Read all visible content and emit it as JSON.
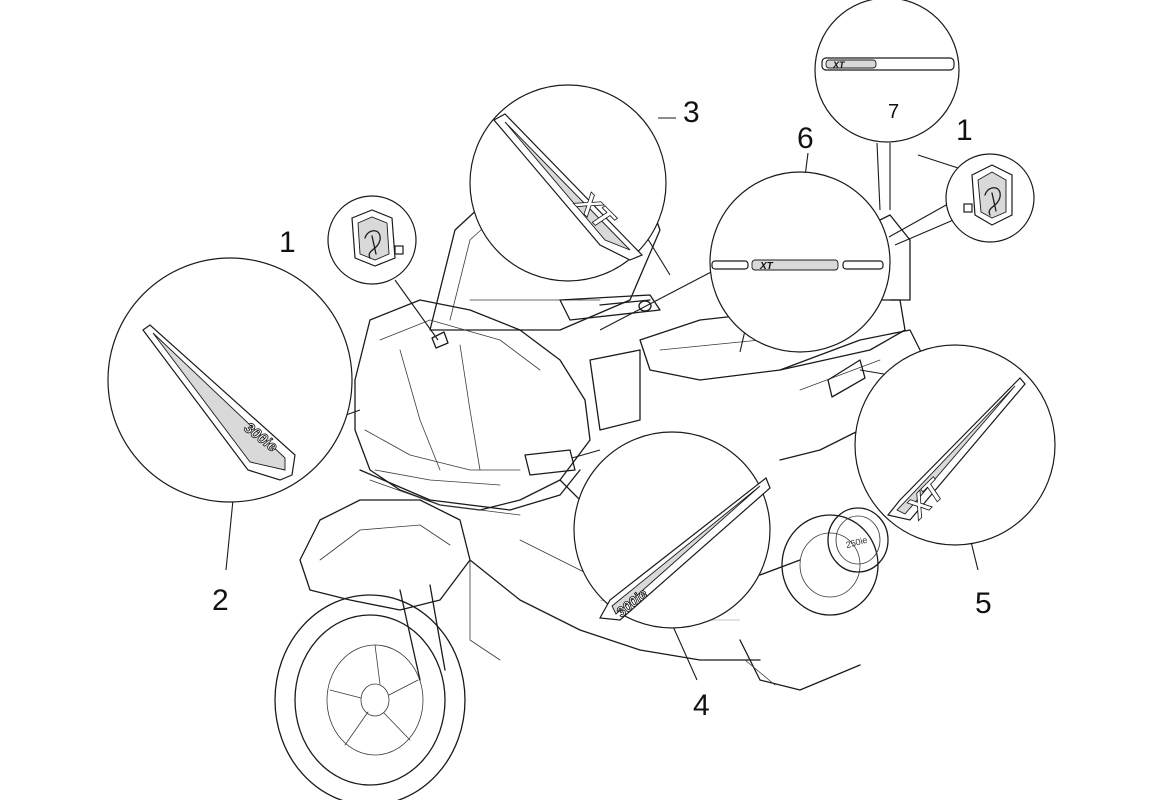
{
  "callouts": [
    {
      "id": "1-left",
      "label": "1"
    },
    {
      "id": "1-right",
      "label": "1"
    },
    {
      "id": "2",
      "label": "2"
    },
    {
      "id": "3",
      "label": "3"
    },
    {
      "id": "4",
      "label": "4"
    },
    {
      "id": "5",
      "label": "5"
    },
    {
      "id": "6",
      "label": "6"
    },
    {
      "id": "7",
      "label": "7"
    }
  ],
  "decal_text": {
    "model_badge": "XT",
    "displacement_badge": "300ie",
    "engine_cover": "250ie"
  },
  "colors": {
    "line": "#1a1a1a",
    "decal_fill": "#d9d9d9",
    "background": "#ffffff"
  }
}
